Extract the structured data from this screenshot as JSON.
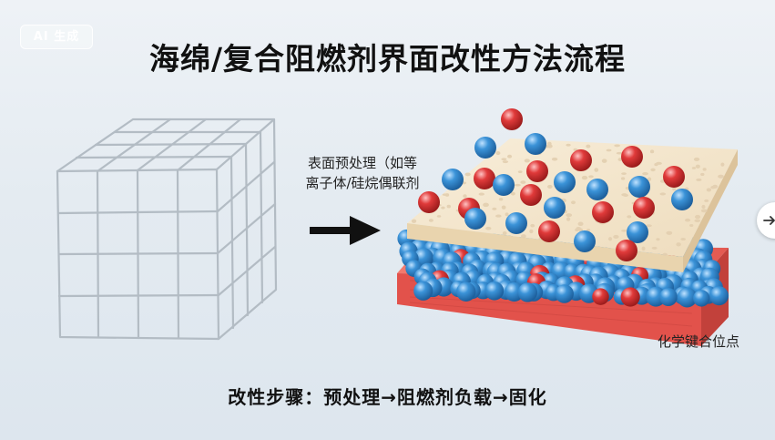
{
  "badge": {
    "text": "AI 生成"
  },
  "title": "海绵/复合阻燃剂界面改性方法流程",
  "pretreatment_label": {
    "line1": "表面预处理（如等",
    "line2": "离子体/硅烷偶联剂"
  },
  "bonding_site_label": "化学键合位点",
  "steps_caption": "改性步骤：预处理→阻燃剂负载→固化",
  "icons": {
    "sponge": "sponge-grid-icon",
    "arrow": "right-arrow-icon",
    "layers": "composite-layers-icon",
    "next": "next-arrow-icon"
  },
  "colors": {
    "sponge_line": "#b3bcc4",
    "arrow": "#111111",
    "top_sheet": "#f3e6cf",
    "base_layer": "#e85a5a",
    "blue_particle": "#3b93d8",
    "red_particle": "#e03a3a"
  }
}
